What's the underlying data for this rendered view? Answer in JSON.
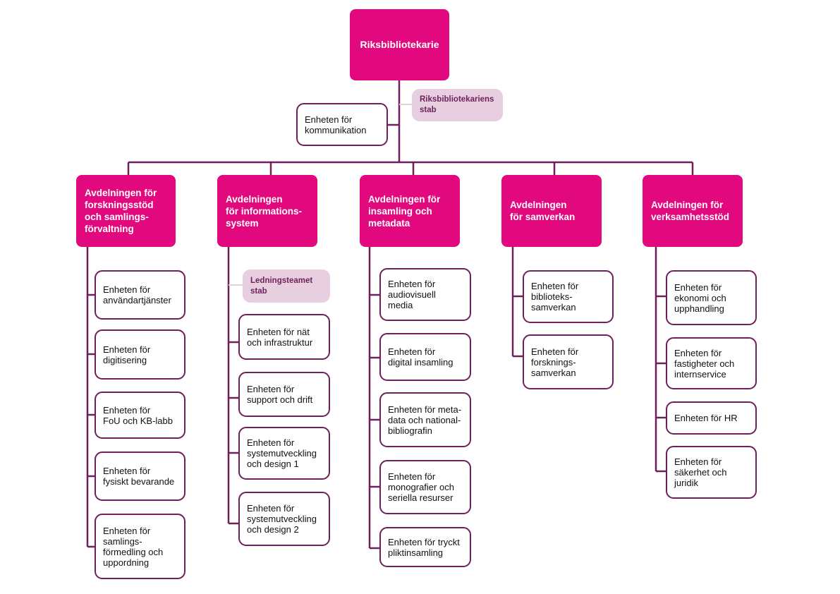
{
  "org": {
    "top": "Riksbibliotekarie",
    "top_staff": "Riksbibliotekariens\nstab",
    "communication": "Enheten för\nkommunikation",
    "departments": [
      {
        "title": "Avdelningen för\nforskningsstöd\noch samlings-\nförvaltning",
        "units": [
          "Enheten för\nanvändartjänster",
          "Enheten för\ndigitisering",
          "Enheten för\nFoU och KB-labb",
          "Enheten för\nfysiskt bevarande",
          "Enheten för\nsamlings-\nförmedling och\nuppordning"
        ]
      },
      {
        "title": "Avdelningen\nför informations-\nsystem",
        "staff": "Ledningsteamet\nstab",
        "units": [
          "Enheten för nät\noch infrastruktur",
          "Enheten för\nsupport och drift",
          "Enheten för\nsystemutveckling\noch design 1",
          "Enheten för\nsystemutveckling\noch design 2"
        ]
      },
      {
        "title": "Avdelningen för\ninsamling och\nmetadata",
        "units": [
          "Enheten för\naudiovisuell\nmedia",
          "Enheten för\ndigital insamling",
          "Enheten för meta-\ndata och national-\nbibliografin",
          "Enheten för\nmonografier och\nseriella resurser",
          "Enheten för tryckt\npliktinsamling"
        ]
      },
      {
        "title": "Avdelningen\nför samverkan",
        "units": [
          "Enheten för\nbiblioteks-\nsamverkan",
          "Enheten för\nforsknings-\nsamverkan"
        ]
      },
      {
        "title": "Avdelningen för\nverksamhetsstöd",
        "units": [
          "Enheten för\nekonomi och\nupphandling",
          "Enheten för\nfastigheter och\ninternservice",
          "Enheten för HR",
          "Enheten för\nsäkerhet och\njuridik"
        ]
      }
    ]
  },
  "colors": {
    "accent": "#e2097f",
    "line": "#6e1f5c",
    "staff_bg": "#e7cfe0"
  }
}
